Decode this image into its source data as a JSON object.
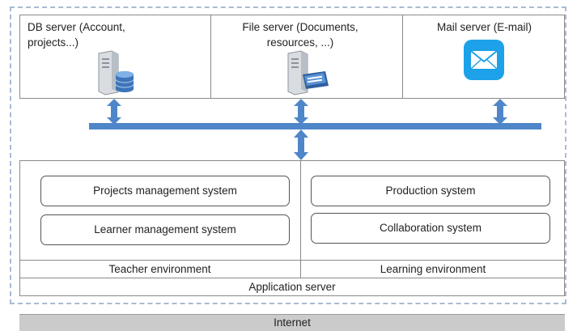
{
  "servers": [
    {
      "label": "DB server (Account,\nprojects...)",
      "icon": "database-server-icon"
    },
    {
      "label": "File server (Documents,\nresources, ...)",
      "icon": "file-server-icon"
    },
    {
      "label": "Mail server (E-mail)",
      "icon": "mail-icon"
    }
  ],
  "systems": {
    "projects_management": "Projects management system",
    "learner_management": "Learner management system",
    "production": "Production system",
    "collaboration": "Collaboration system"
  },
  "environments": {
    "teacher": "Teacher environment",
    "learning": "Learning environment"
  },
  "application_server": "Application server",
  "internet": "Internet",
  "colors": {
    "bus": "#4f86c9",
    "arrow": "#4f86c9",
    "mail_icon": "#1da1e8",
    "dashed_border": "#a9bbd4",
    "internet_bar": "#cbcbcb"
  }
}
